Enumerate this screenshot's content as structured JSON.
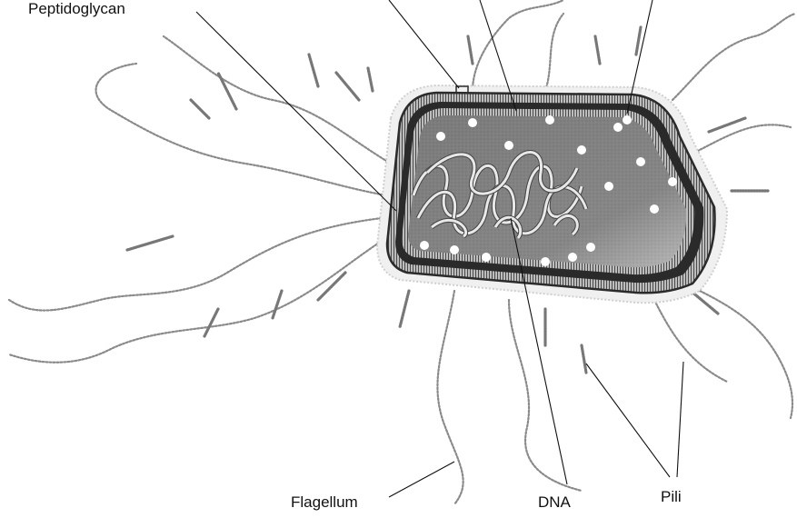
{
  "labels": {
    "peptidoglycan": "Peptidoglycan",
    "flagellum": "Flagellum",
    "dna": "DNA",
    "pili": "Pili"
  },
  "colors": {
    "line": "#111111",
    "cell_fill": "#6e6e6e",
    "wall": "#3a3a3a",
    "appendage": "#8a8a8a"
  }
}
